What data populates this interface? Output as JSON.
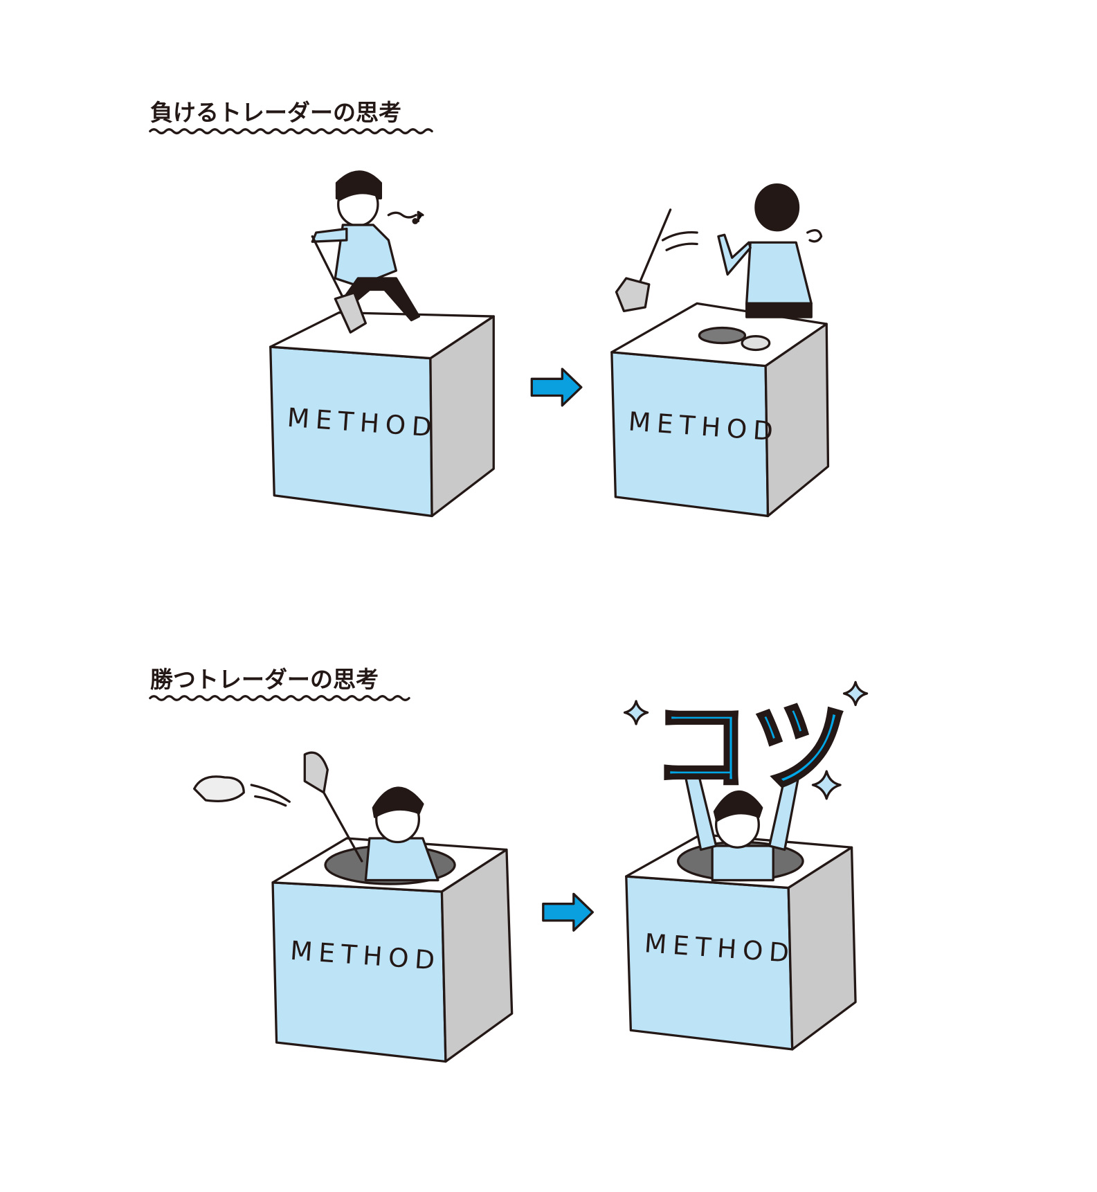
{
  "sections": [
    {
      "title": "負けるトレーダーの思考",
      "panels": [
        {
          "box_label": "METHOD"
        },
        {
          "box_label": "METHOD"
        }
      ]
    },
    {
      "title": "勝つトレーダーの思考",
      "panels": [
        {
          "box_label": "METHOD"
        },
        {
          "box_label": "METHOD"
        }
      ]
    }
  ],
  "kotsu_text": "コツ",
  "colors": {
    "box_front": "#bde3f7",
    "box_side": "#c9c9c9",
    "arrow": "#0aa0e0",
    "kotsu": "#00a6e6",
    "ink": "#231815"
  }
}
